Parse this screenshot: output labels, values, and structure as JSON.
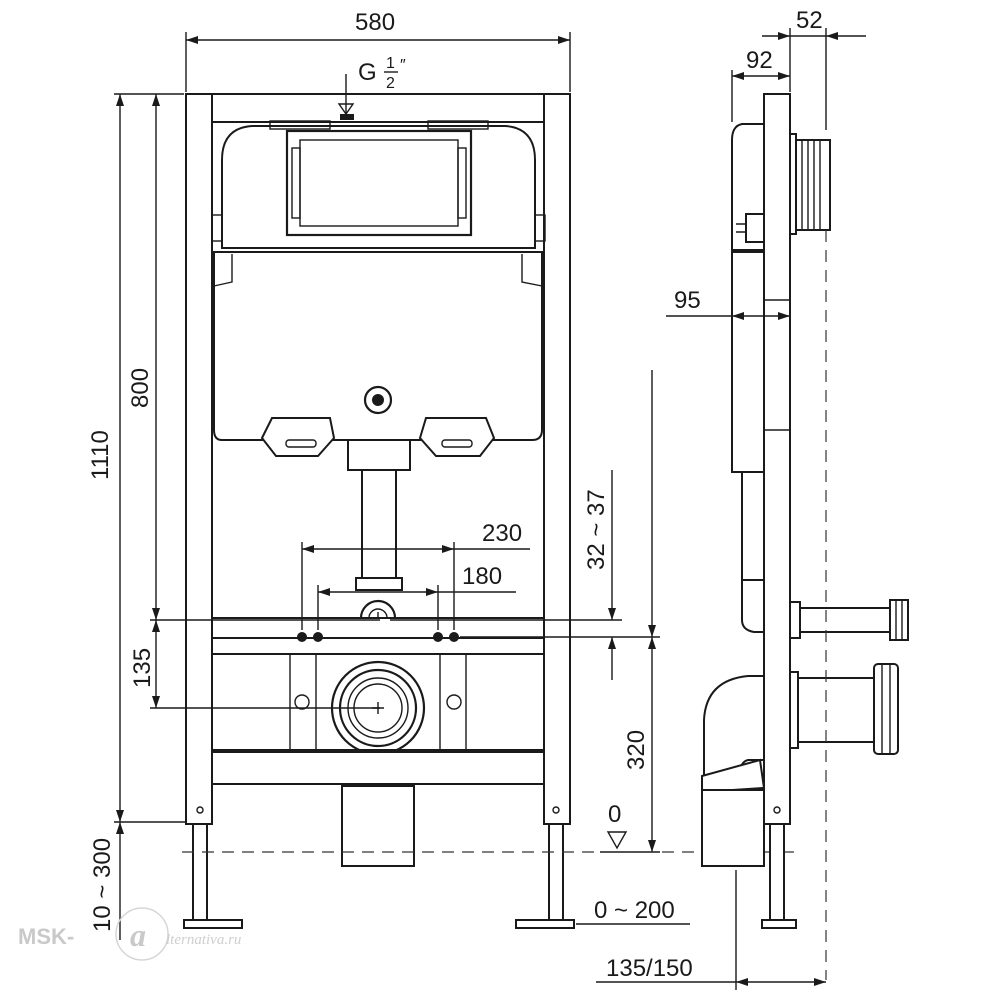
{
  "front_view": {
    "dim_width": "580",
    "dim_inlet": "G",
    "dim_inlet_fraction_num": "1",
    "dim_inlet_fraction_den": "2",
    "dim_inlet_unit": "″",
    "dim_height_total": "1110",
    "dim_height_tank": "800",
    "dim_pipe_offset": "135",
    "dim_height_adjust": "10 ~ 300",
    "dim_stud_outer": "230",
    "dim_stud_inner": "180",
    "dim_stud_range": "32 ~ 37",
    "dim_outlet_height": "320",
    "dim_zero": "0",
    "dim_foot_range": "0 ~ 200"
  },
  "side_view": {
    "dim_top_offset": "52",
    "dim_depth": "92",
    "dim_mid": "95",
    "dim_bottom": "135/150"
  },
  "watermark": {
    "brand": "MSK-",
    "script_letter": "a",
    "tail": "lternativa.ru"
  }
}
